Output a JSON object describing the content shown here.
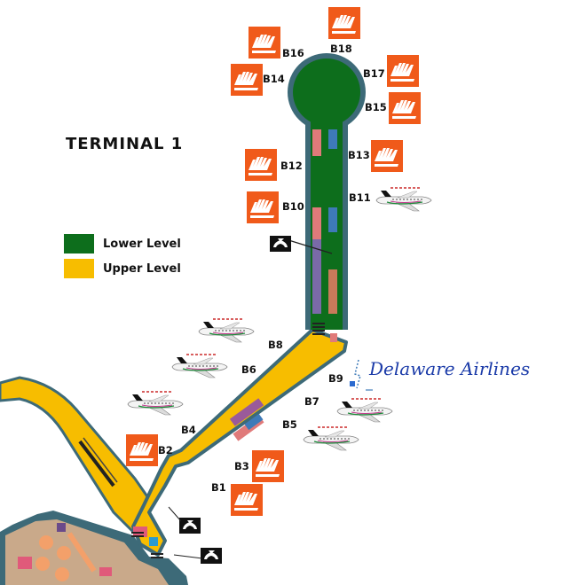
{
  "map": {
    "title": "TERMINAL 1",
    "legend": [
      {
        "label": "Lower Level",
        "color": "#0d6e1c"
      },
      {
        "label": "Upper Level",
        "color": "#f7bd00"
      }
    ],
    "colors": {
      "upper_level": "#f7bd00",
      "lower_level": "#0d6e1c",
      "concourse_border": "#3d6a78",
      "logo_orange": "#f05a1a",
      "airline_text": "#1a3aa8",
      "building_base": "#c9a98a"
    },
    "gates": {
      "b1": "B1",
      "b2": "B2",
      "b3": "B3",
      "b4": "B4",
      "b5": "B5",
      "b6": "B6",
      "b7": "B7",
      "b8": "B8",
      "b9": "B9",
      "b10": "B10",
      "b11": "B11",
      "b12": "B12",
      "b13": "B13",
      "b14": "B14",
      "b15": "B15",
      "b16": "B16",
      "b17": "B17",
      "b18": "B18"
    },
    "airline": "Delaware Airlines",
    "icons": {
      "gate_logo": "orange-airline-logo-icon",
      "aircraft": "airplane-icon",
      "phone": "telephone-icon"
    }
  }
}
